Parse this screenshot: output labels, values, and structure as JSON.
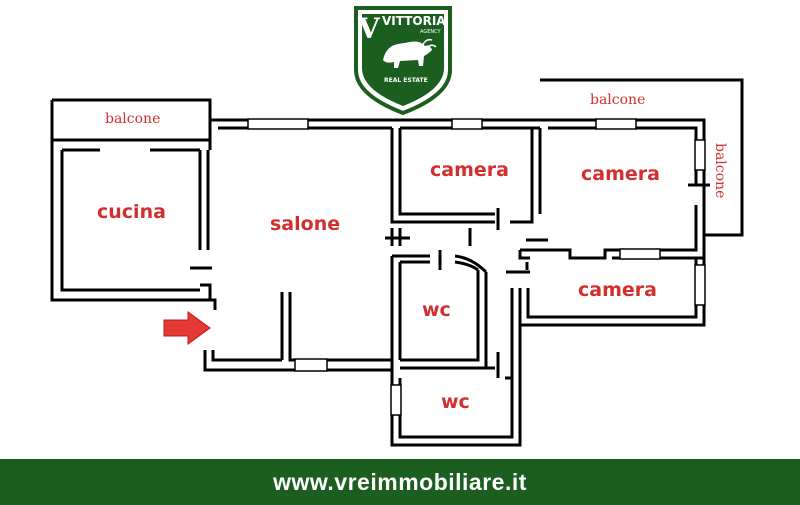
{
  "logo": {
    "brand": "VITTORIA",
    "agency": "AGENCY",
    "sub": "REAL ESTATE",
    "green": "#1b5e20"
  },
  "rooms": {
    "balcone_left": "balcone",
    "balcone_top_right": "balcone",
    "balcone_right": "balcone",
    "cucina": "cucina",
    "salone": "salone",
    "camera_1": "camera",
    "camera_2": "camera",
    "camera_3": "camera",
    "wc_1": "wc",
    "wc_2": "wc"
  },
  "entrance_arrow": {
    "icon": "entrance-arrow-icon",
    "color": "#e53935"
  },
  "footer": {
    "url": "www.vreimmobiliare.it",
    "bg": "#1b5e20"
  },
  "colors": {
    "label": "#d32f2f",
    "wall": "#000000"
  }
}
